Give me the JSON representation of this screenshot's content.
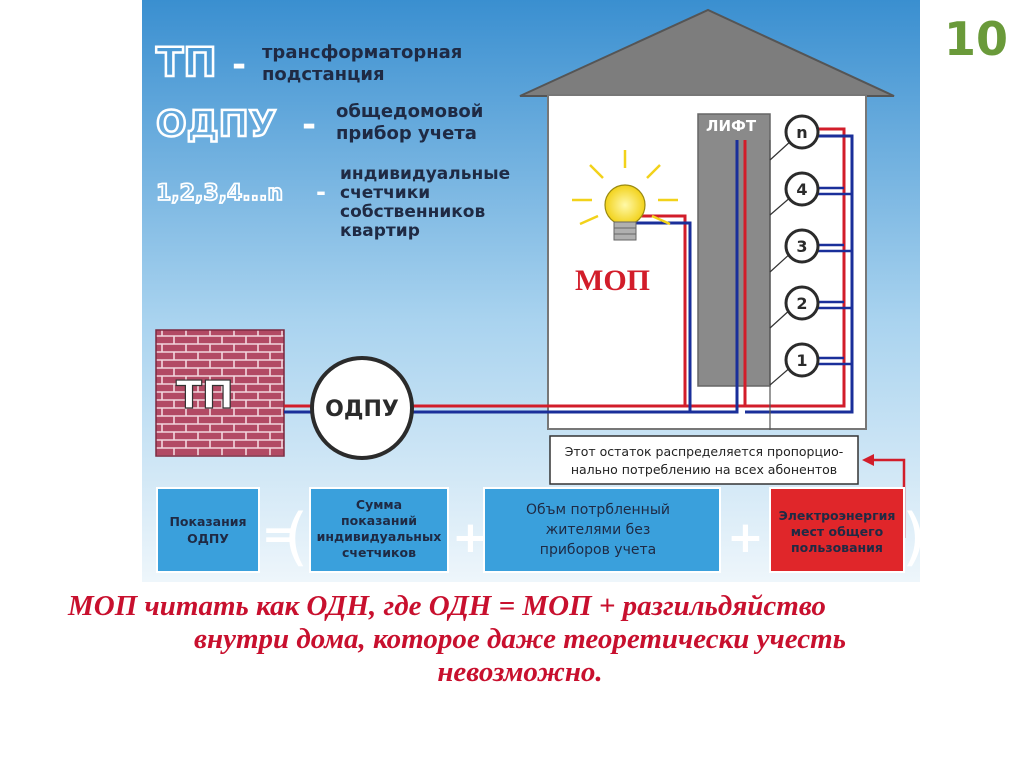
{
  "slide_number": "10",
  "legend": {
    "tp": {
      "abbr": "ТП",
      "dash": "-",
      "line1": "трансформаторная",
      "line2": "подстанция"
    },
    "odpu": {
      "abbr": "ОДПУ",
      "dash": "-",
      "line1": "общедомовой",
      "line2": "прибор учета"
    },
    "meters": {
      "abbr": "1,2,3,4...n",
      "dash": "-",
      "line1": "индивидуальные",
      "line2": "счетчики",
      "line3": "собственников",
      "line4": "квартир"
    }
  },
  "house": {
    "lift_label": "ЛИФТ",
    "mop_label": "МОП",
    "meters": [
      "n",
      "4",
      "3",
      "2",
      "1"
    ]
  },
  "substation_label": "ТП",
  "odpu_label": "ОДПУ",
  "note": {
    "line1": "Этот остаток распределяется пропорцио-",
    "line2": "нально потреблению на всех абонентов"
  },
  "formula": {
    "box1": {
      "line1": "Показания",
      "line2": "ОДПУ"
    },
    "equals": "=",
    "open_paren": "(",
    "box2": {
      "line1": "Сумма",
      "line2": "показаний",
      "line3": "индивидуальных",
      "line4": "счетчиков"
    },
    "plus1": "+",
    "box3": {
      "line1": "Объм потрбленный",
      "line2": "жителями без",
      "line3": "приборов учета"
    },
    "plus2": "+",
    "box4": {
      "line1": "Электроэнергия",
      "line2": "мест общего",
      "line3": "пользования"
    },
    "close_paren": ")"
  },
  "caption": {
    "line1": "МОП читать как ОДН, где ОДН = МОП + разгильдяйство",
    "line2": "внутри дома, которое даже теоретически учесть",
    "line3": "невозможно."
  },
  "colors": {
    "sky_top": "#3a8fd0",
    "sky_bottom": "#eaf4fb",
    "roof": "#7d7d7d",
    "wall": "#ffffff",
    "brick": "#b24a64",
    "formula_box": "#3aa0dc",
    "mop_box": "#e0262a",
    "wire_red": "#d21d2a",
    "wire_blue": "#1a2f9a",
    "accent_green": "#6a9a3a",
    "caption": "#c8102e"
  }
}
